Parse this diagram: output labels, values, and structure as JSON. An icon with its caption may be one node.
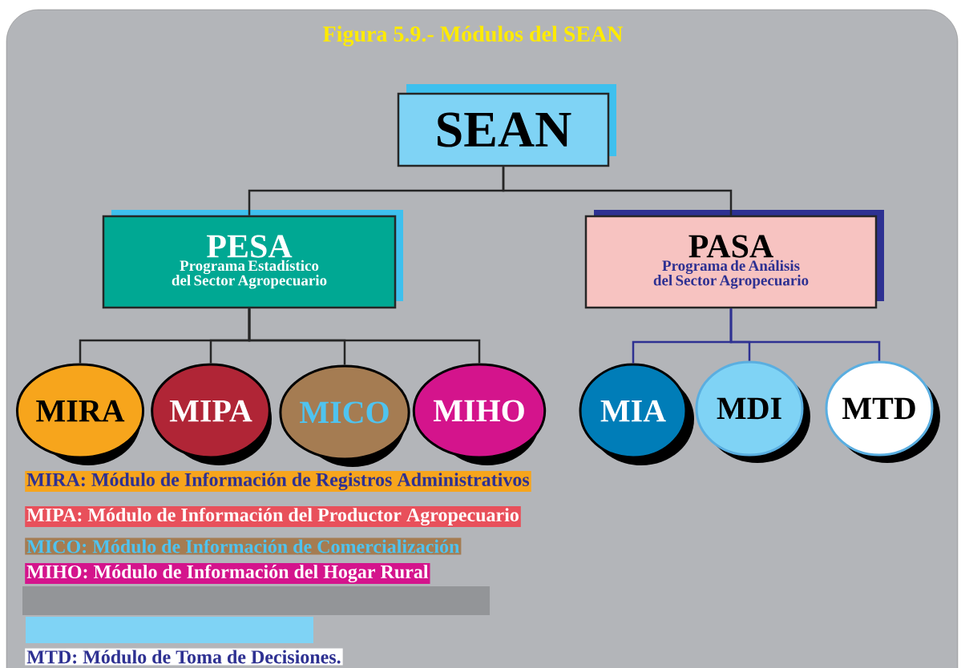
{
  "diagram": {
    "title": "Figura 5.9.- Módulos del SEAN",
    "nodes": [
      {
        "text": [
          "SEAN"
        ]
      },
      {
        "text": [
          "PESA",
          "Programa Estadístico del Sector Agropecuario"
        ]
      },
      {
        "text": [
          "PASA",
          "Programa de Análisis del Sector Agropecuario"
        ]
      },
      {
        "text": [
          "MIRA"
        ]
      },
      {
        "text": [
          "MIPA"
        ]
      },
      {
        "text": [
          "MICO"
        ]
      },
      {
        "text": [
          "MIHO"
        ]
      },
      {
        "text": [
          "MIA"
        ]
      },
      {
        "text": [
          "MDI"
        ]
      },
      {
        "text": [
          "MTD"
        ]
      }
    ],
    "edges": [
      {
        "from": 0,
        "to": 1,
        "arrow": "none"
      },
      {
        "from": 0,
        "to": 2,
        "arrow": "none"
      },
      {
        "from": 1,
        "to": 3,
        "arrow": "none"
      },
      {
        "from": 1,
        "to": 4,
        "arrow": "none"
      },
      {
        "from": 1,
        "to": 5,
        "arrow": "none"
      },
      {
        "from": 1,
        "to": 6,
        "arrow": "none"
      },
      {
        "from": 2,
        "to": 7,
        "arrow": "none",
        "color": "#2e3192"
      },
      {
        "from": 2,
        "to": 8,
        "arrow": "none",
        "color": "#2e3192"
      },
      {
        "from": 2,
        "to": 9,
        "arrow": "none",
        "color": "#2e3192"
      }
    ],
    "labels": [
      "MIRA: Módulo de Información de Registros Administrativos",
      "MIPA: Módulo de Información del Productor Agropecuario",
      "MICO: Módulo de Información de Comercialización",
      "MIHO: Módulo de Información del Hogar Rural",
      "MTD: Módulo de Toma de Decisiones."
    ]
  }
}
